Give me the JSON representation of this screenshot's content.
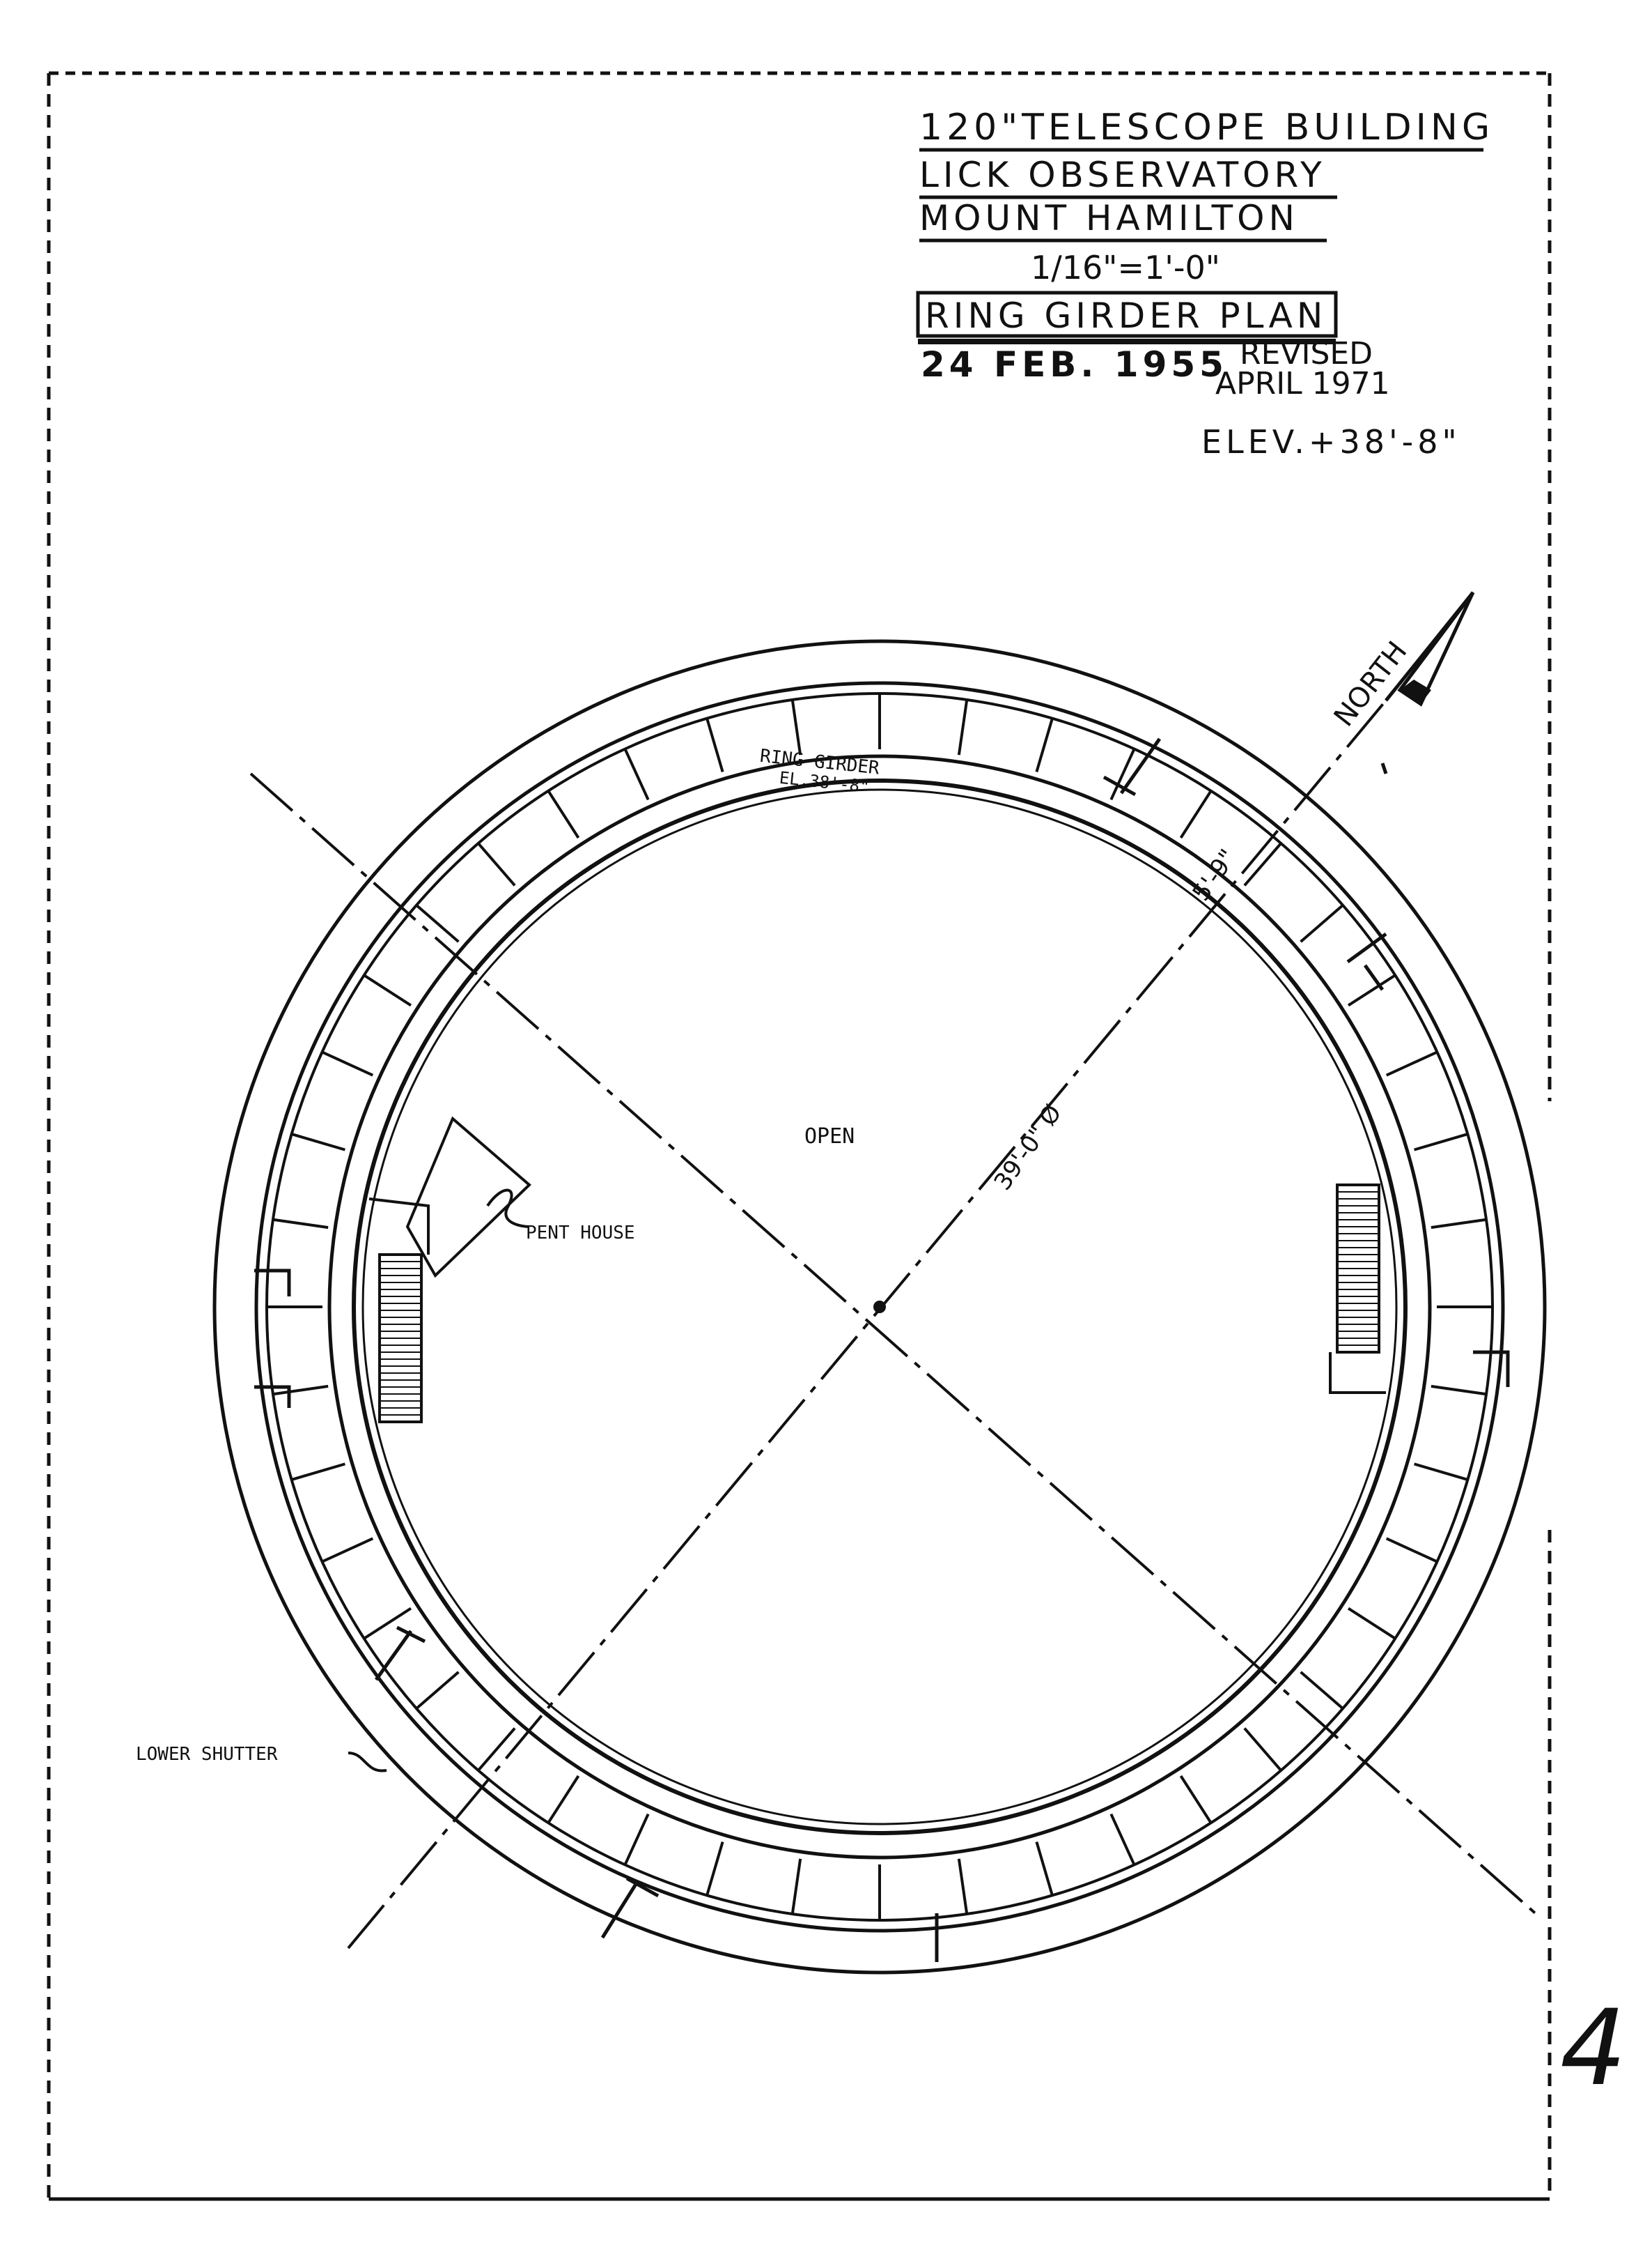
{
  "title_block": {
    "line1": "120\"TELESCOPE BUILDING",
    "line2": "LICK OBSERVATORY",
    "line3": "MOUNT HAMILTON",
    "scale": "1/16\"=1'-0\"",
    "plan_name": "RING GIRDER PLAN",
    "date": "24 FEB. 1955",
    "revised_label": "REVISED",
    "revised_date": "APRIL 1971",
    "elevation": "ELEV.+38'-8\""
  },
  "labels": {
    "north": "NORTH",
    "ring_girder": "RING GIRDER",
    "ring_girder_el": "EL.38'-8\"",
    "offset_dim": "5'-9\"",
    "diameter": "39'-0\" Ø",
    "open": "OPEN",
    "pent_house": "PENT HOUSE",
    "lower_shutter": "LOWER SHUTTER"
  },
  "sheet_number": "4",
  "colors": {
    "ink": "#111111",
    "paper": "#ffffff"
  }
}
